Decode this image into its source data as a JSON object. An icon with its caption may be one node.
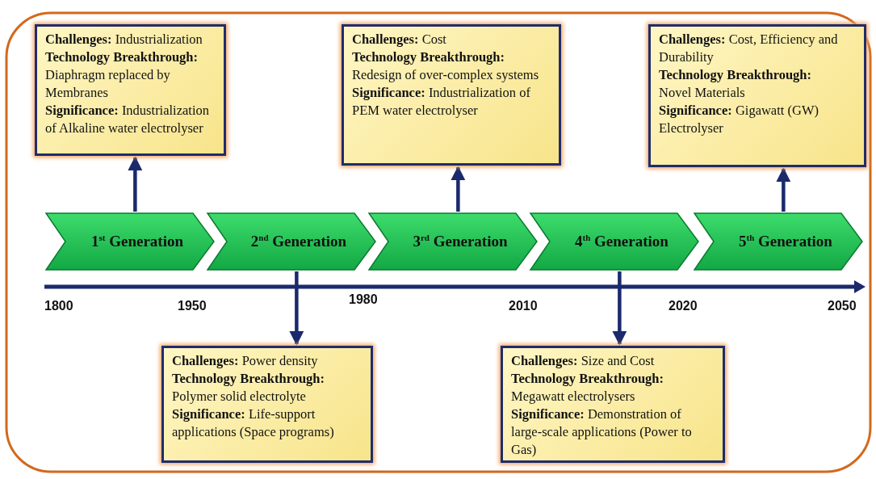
{
  "diagram": {
    "nodes": [
      {
        "text": [
          "**Challenges:** Industrialization",
          "**Technology Breakthrough:** Diaphragm replaced by Membranes",
          "**Significance:** Industrialization of Alkaline water electrolyser"
        ]
      },
      {
        "text": [
          "**Challenges:** Cost",
          "**Technology Breakthrough:** Redesign of over-complex systems",
          "**Significance:** Industrialization of PEM water electrolyser"
        ]
      },
      {
        "text": [
          "**Challenges:** Cost, Efficiency and Durability",
          "**Technology Breakthrough:** Novel Materials",
          "**Significance:** Gigawatt (GW) Electrolyser"
        ]
      },
      {
        "text": [
          "1$^{st}$ Generation"
        ]
      },
      {
        "text": [
          "2$^{nd}$ Generation"
        ]
      },
      {
        "text": [
          "3$^{rd}$ Generation"
        ]
      },
      {
        "text": [
          "4$^{th}$ Generation"
        ]
      },
      {
        "text": [
          "5$^{th}$ Generation"
        ]
      },
      {
        "text": [
          "**Challenges:** Power density",
          "**Technology Breakthrough:** Polymer solid electrolyte",
          "**Significance:** Life-support applications (Space programs)"
        ]
      },
      {
        "text": [
          "**Challenges:** Size and Cost",
          "**Technology Breakthrough:** Megawatt electrolysers",
          "**Significance:** Demonstration of large-scale applications (Power to Gas)"
        ]
      }
    ],
    "edges": [
      {
        "from": 3,
        "to": 0,
        "arrow": "to"
      },
      {
        "from": 5,
        "to": 1,
        "arrow": "to"
      },
      {
        "from": 7,
        "to": 2,
        "arrow": "to"
      },
      {
        "from": 4,
        "to": 8,
        "arrow": "to"
      },
      {
        "from": 6,
        "to": 9,
        "arrow": "to"
      }
    ],
    "labels": [
      "1800",
      "1950",
      "1980",
      "2010",
      "2020",
      "2050"
    ]
  }
}
